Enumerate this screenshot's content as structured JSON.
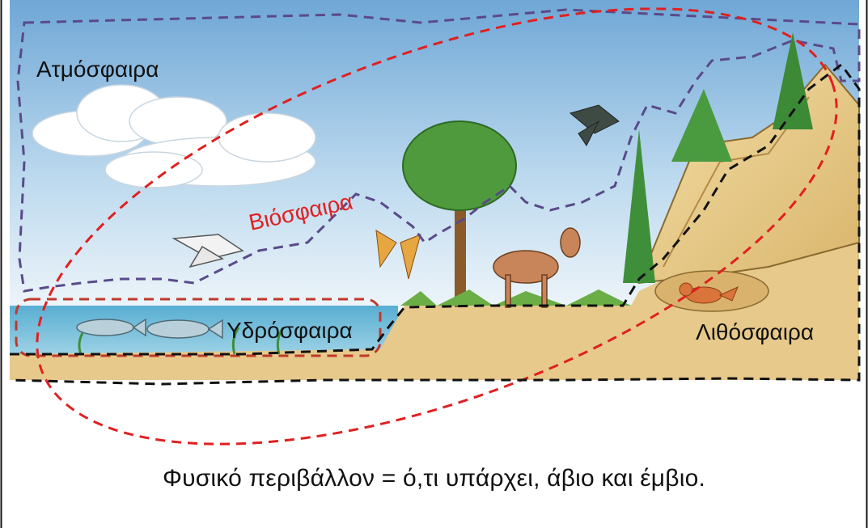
{
  "labels": {
    "atmosphere": "Ατμόσφαιρα",
    "biosphere": "Βιόσφαιρα",
    "hydrosphere": "Υδρόσφαιρα",
    "lithosphere": "Λιθόσφαιρα"
  },
  "caption": "Φυσικό περιβάλλον = ό,τι υπάρχει,  άβιο και έμβιο.",
  "colors": {
    "atmosphere_outline": "#5a4a8a",
    "biosphere_outline": "#e02020",
    "hydrosphere_outline": "#c0392b",
    "lithosphere_outline": "#111111",
    "biosphere_label": "#e02020",
    "sky_top": "#7fb0da",
    "sky_bottom": "#eef6fb",
    "water": "#6cb8d8",
    "ground": "#e6c98a",
    "rock": "#e9cf8c"
  }
}
